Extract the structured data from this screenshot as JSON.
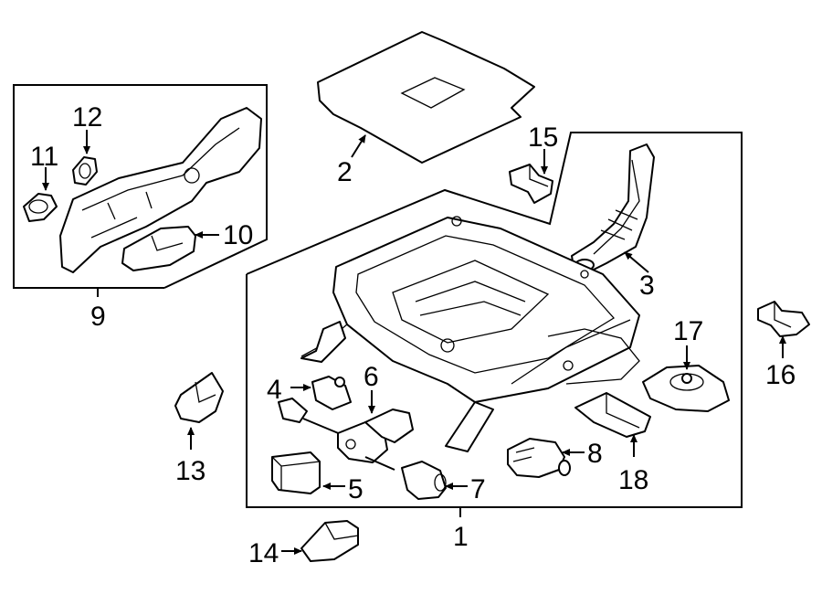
{
  "labels": {
    "p1": "1",
    "p2": "2",
    "p3": "3",
    "p4": "4",
    "p5": "5",
    "p6": "6",
    "p7": "7",
    "p8": "8",
    "p9": "9",
    "p10": "10",
    "p11": "11",
    "p12": "12",
    "p13": "13",
    "p14": "14",
    "p15": "15",
    "p16": "16",
    "p17": "17",
    "p18": "18"
  }
}
